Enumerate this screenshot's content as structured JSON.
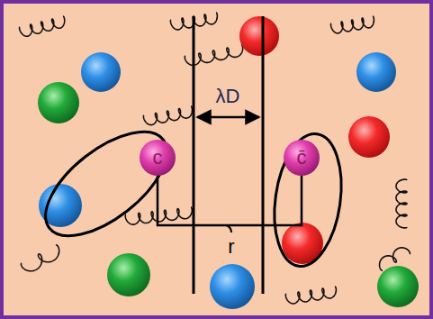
{
  "diagram": {
    "nodes": [
      {
        "text": [
          "c"
        ]
      },
      {
        "text": [
          "c̄"
        ]
      }
    ],
    "edges": [
      {
        "from": 0,
        "to": 1,
        "arrow": "none",
        "label": "r"
      }
    ],
    "labels": [
      "λD"
    ]
  }
}
